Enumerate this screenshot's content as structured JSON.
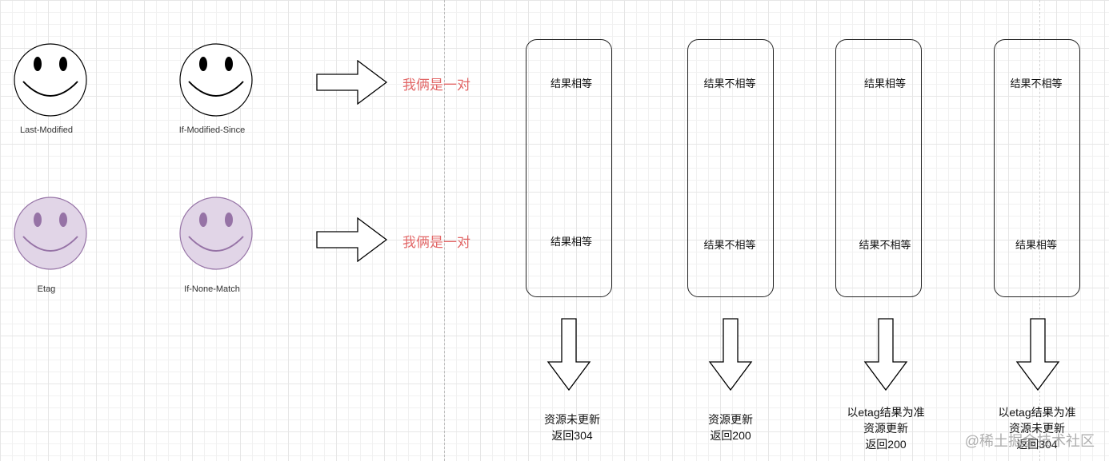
{
  "headers": {
    "row1": {
      "server": "Last-Modified",
      "client": "If-Modified-Since",
      "pair_text": "我俩是一对",
      "face_color": "#ffffff"
    },
    "row2": {
      "server": "Etag",
      "client": "If-None-Match",
      "pair_text": "我俩是一对",
      "face_color": "#e1d5e7"
    }
  },
  "cases": [
    {
      "top": "结果相等",
      "bottom": "结果相等",
      "outcome": [
        "资源未更新",
        "返回304"
      ]
    },
    {
      "top": "结果不相等",
      "bottom": "结果不相等",
      "outcome": [
        "资源更新",
        "返回200"
      ]
    },
    {
      "top": "结果相等",
      "bottom": "结果不相等",
      "outcome": [
        "以etag结果为准",
        "资源更新",
        "返回200"
      ]
    },
    {
      "top": "结果不相等",
      "bottom": "结果相等",
      "outcome": [
        "以etag结果为准",
        "资源未更新",
        "返回304"
      ]
    }
  ],
  "watermark": "@稀土掘金技术社区",
  "colors": {
    "pair_text": "#e26767",
    "purple_face": "#e1d5e7",
    "purple_stroke": "#9673a6"
  }
}
